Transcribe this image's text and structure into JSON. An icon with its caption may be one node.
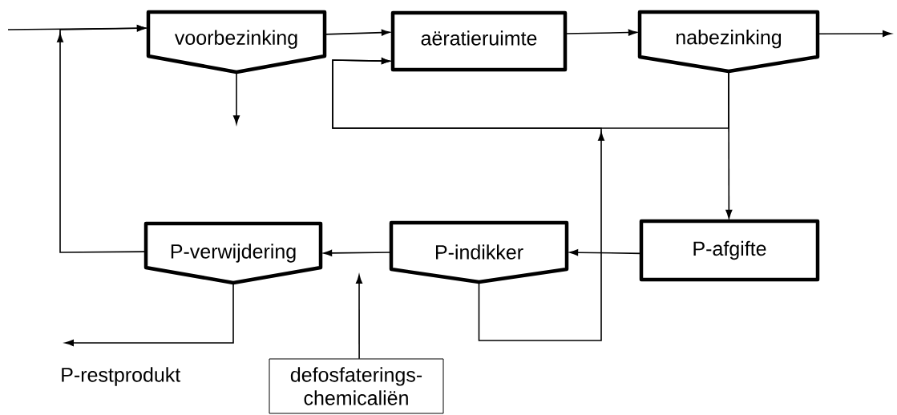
{
  "diagram": {
    "nodes": [
      {
        "text": [
          "voorbezinking"
        ]
      },
      {
        "text": [
          "aëratieruimte"
        ]
      },
      {
        "text": [
          "nabezinking"
        ]
      },
      {
        "text": [
          "P-afgifte"
        ]
      },
      {
        "text": [
          "P-indikker"
        ]
      },
      {
        "text": [
          "P-verwijdering"
        ]
      },
      {
        "text": [
          "defosfaterings- chemicaliën"
        ]
      }
    ],
    "edges": [
      {
        "from": null,
        "to": 0,
        "arrow": "to"
      },
      {
        "from": 0,
        "to": 1,
        "arrow": "to"
      },
      {
        "from": 1,
        "to": 2,
        "arrow": "to"
      },
      {
        "from": 2,
        "to": null,
        "arrow": "to"
      },
      {
        "from": 0,
        "to": null,
        "arrow": "to"
      },
      {
        "from": 2,
        "to": 3,
        "arrow": "to"
      },
      {
        "from": 2,
        "to": 1,
        "arrow": "to"
      },
      {
        "from": 4,
        "to": 1,
        "arrow": "to"
      },
      {
        "from": 3,
        "to": 4,
        "arrow": "to"
      },
      {
        "from": 4,
        "to": 5,
        "arrow": "to"
      },
      {
        "from": 6,
        "to": null,
        "arrow": "to"
      },
      {
        "from": 5,
        "to": 0,
        "arrow": "to"
      },
      {
        "from": 5,
        "to": null,
        "arrow": "to"
      }
    ],
    "labels": [
      "P-restprodukt"
    ]
  }
}
